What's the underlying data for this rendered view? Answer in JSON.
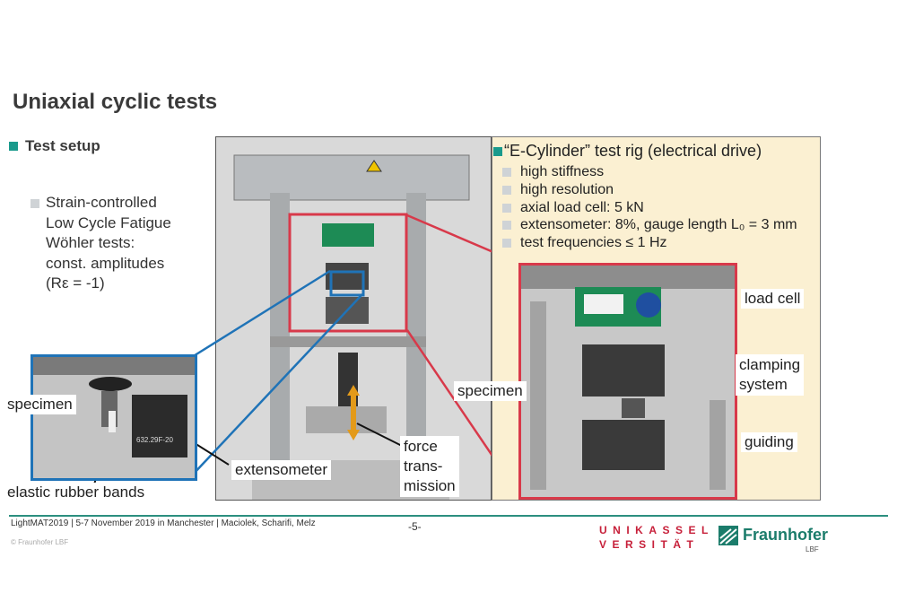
{
  "title": "Uniaxial cyclic tests",
  "section": {
    "heading": "Test setup"
  },
  "strain_block": {
    "text": "Strain-controlled\nLow Cycle Fatigue\nWöhler tests:\nconst. amplitudes\n(Rε = -1)"
  },
  "labels": {
    "specimen_left": "specimen",
    "elastic": "elastic rubber bands",
    "extensometer": "extensometer",
    "force1": "force",
    "force2": "trans-",
    "force3": "mission",
    "specimen_right": "specimen",
    "load_cell": "load cell",
    "clamping1": "clamping",
    "clamping2": "system",
    "guiding": "guiding",
    "ext_unit": "632.29F-20"
  },
  "rig": {
    "title": "“E-Cylinder” test rig (electrical drive)",
    "items": [
      "high stiffness",
      "high resolution",
      "axial load cell: 5 kN",
      "extensometer: 8%, gauge length L₀ = 3 mm",
      "test frequencies ≤ 1 Hz"
    ]
  },
  "footer": {
    "text": "LightMAT2019 | 5-7 November 2019 in Manchester | Maciolek, Scharifi, Melz",
    "page": "-5-",
    "copyright": "© Fraunhofer LBF",
    "uni_line1": "UNIKASSEL",
    "uni_line2": "VERSITÄT",
    "fraunhofer": "Fraunhofer",
    "lbf": "LBF"
  },
  "colors": {
    "teal": "#1a9a8c",
    "blue": "#1f73b7",
    "red": "#d8394a",
    "panel": "#fbf0d2"
  }
}
